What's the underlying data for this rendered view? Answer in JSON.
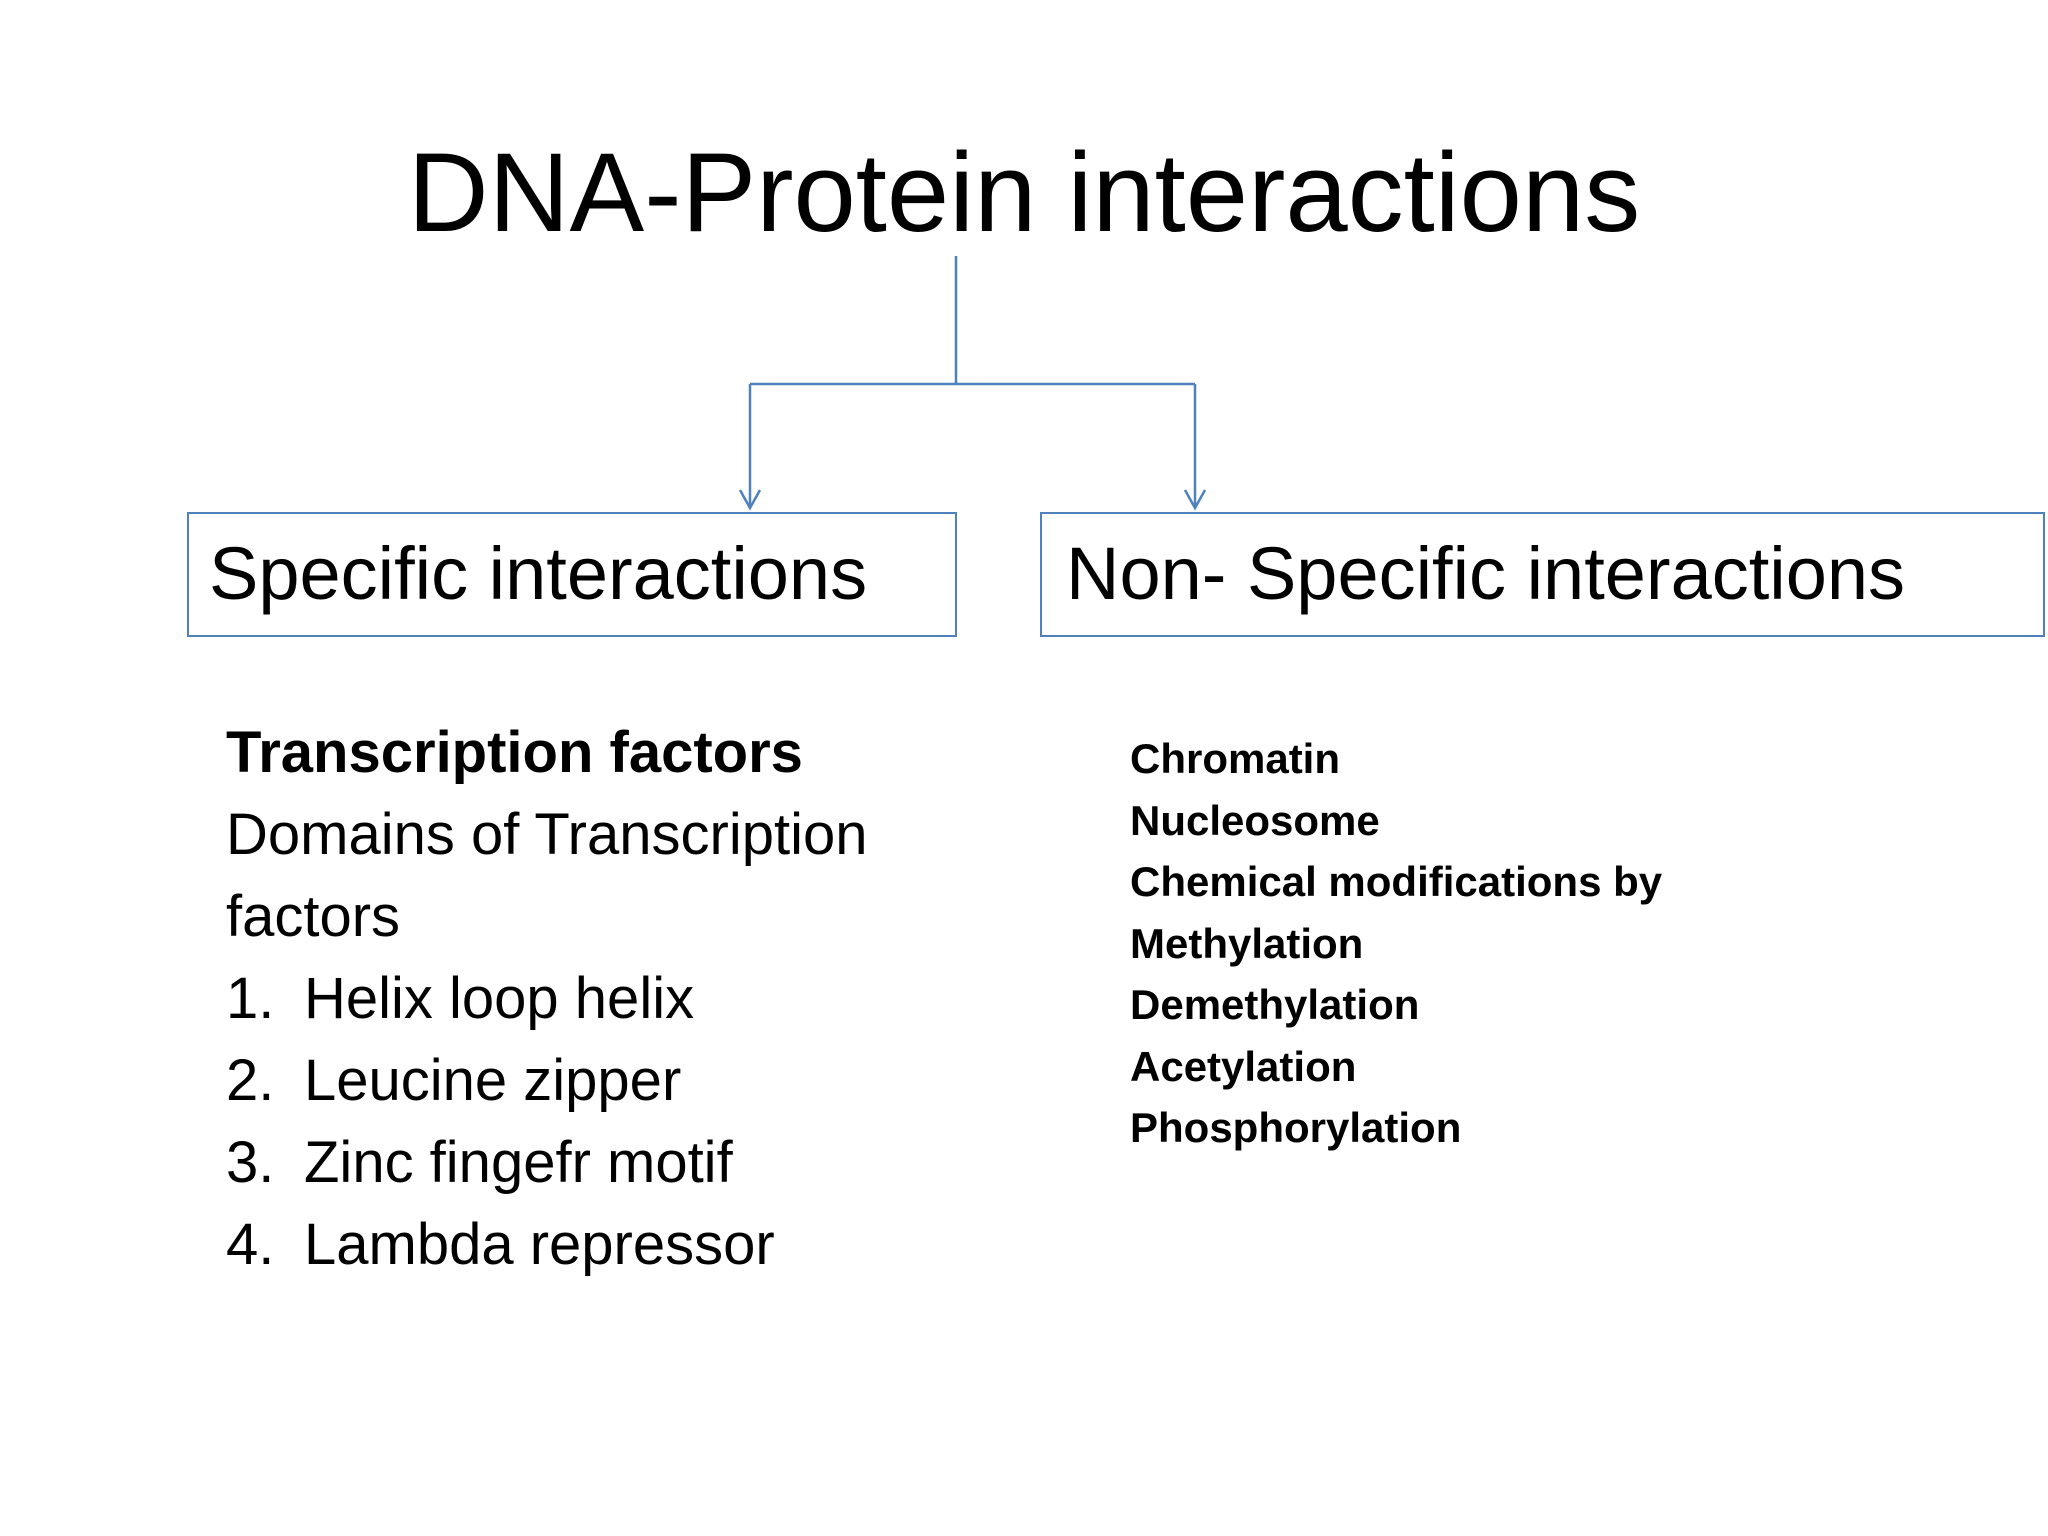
{
  "title": "DNA-Protein interactions",
  "colors": {
    "connector": "#4f81bd",
    "box_border": "#4f81bd",
    "text": "#000000",
    "background": "#ffffff"
  },
  "boxes": {
    "left": "Specific interactions",
    "right": "Non- Specific interactions"
  },
  "left_section": {
    "heading": "Transcription factors",
    "subheading": "Domains of Transcription factors",
    "items": [
      {
        "number": "1.",
        "label": "Helix loop helix"
      },
      {
        "number": "2.",
        "label": "Leucine zipper"
      },
      {
        "number": "3.",
        "label": "Zinc fingefr motif"
      },
      {
        "number": "4.",
        "label": "Lambda repressor"
      }
    ]
  },
  "right_section": {
    "items": [
      "Chromatin",
      "Nucleosome",
      "Chemical modifications by",
      "Methylation",
      "Demethylation",
      "Acetylation",
      "Phosphorylation"
    ]
  }
}
